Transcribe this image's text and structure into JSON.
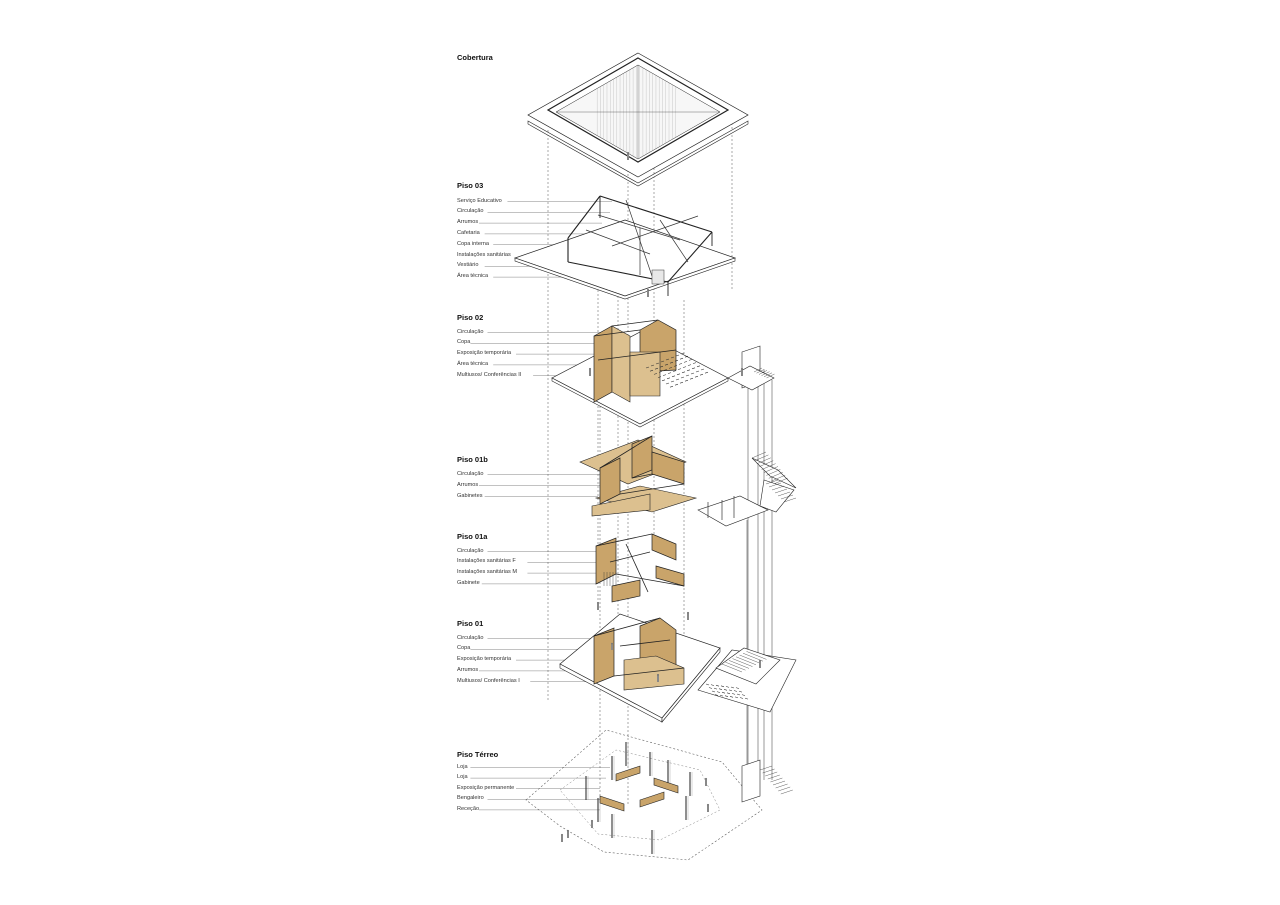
{
  "levels": [
    {
      "id": "cobertura",
      "title": "Cobertura",
      "labels": []
    },
    {
      "id": "piso03",
      "title": "Piso 03",
      "labels": [
        "Serviço Educativo",
        "Circulação",
        "Arrumos",
        "Cafetaria",
        "Copa interna",
        "Instalações sanitárias",
        "Vestiário",
        "Área técnica"
      ]
    },
    {
      "id": "piso02",
      "title": "Piso 02",
      "labels": [
        "Circulação",
        "Copa",
        "Exposição temporária",
        "Área técnica",
        "Multiusos/ Conferências II"
      ]
    },
    {
      "id": "piso01b",
      "title": "Piso 01b",
      "labels": [
        "Circulação",
        "Arrumos",
        "Gabinetes"
      ]
    },
    {
      "id": "piso01a",
      "title": "Piso 01a",
      "labels": [
        "Circulação",
        "Instalações sanitárias F",
        "Instalações sanitárias M",
        "Gabinete"
      ]
    },
    {
      "id": "piso01",
      "title": "Piso 01",
      "labels": [
        "Circulação",
        "Copa",
        "Exposição temporária",
        "Arrumos",
        "Multiusos/ Conferências I"
      ]
    },
    {
      "id": "pisoterreo",
      "title": "Piso Térreo",
      "labels": [
        "Loja",
        "Loja",
        "Exposição permanente",
        "Bengaleiro",
        "Receção"
      ]
    }
  ],
  "colors": {
    "line": "#222222",
    "wood": "#c9a46a",
    "wood_light": "#dcc08f",
    "dash": "#555555"
  }
}
